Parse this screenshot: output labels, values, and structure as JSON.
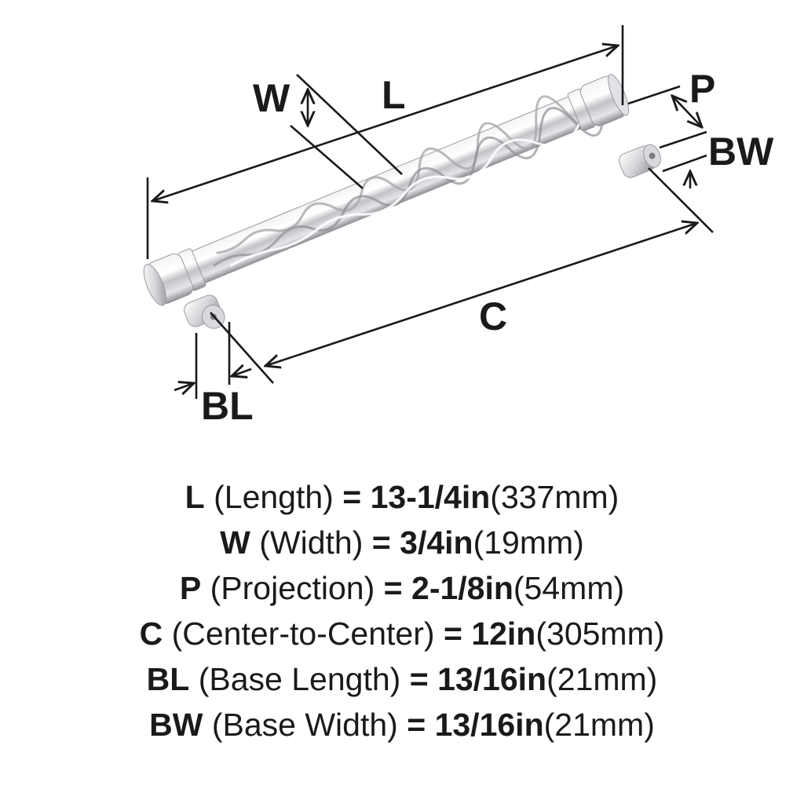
{
  "labels": {
    "w": "W",
    "l": "L",
    "p": "P",
    "bw": "BW",
    "c": "C",
    "bl": "BL"
  },
  "specs": [
    {
      "abbr": "L",
      "name": "(Length)",
      "eq": "=",
      "value": "13-1/4in",
      "metric": "(337mm)"
    },
    {
      "abbr": "W",
      "name": "(Width)",
      "eq": "=",
      "value": "3/4in",
      "metric": "(19mm)"
    },
    {
      "abbr": "P",
      "name": "(Projection)",
      "eq": "=",
      "value": "2-1/8in",
      "metric": "(54mm)"
    },
    {
      "abbr": "C",
      "name": "(Center-to-Center)",
      "eq": "=",
      "value": "12in",
      "metric": "(305mm)"
    },
    {
      "abbr": "BL",
      "name": "(Base Length)",
      "eq": "=",
      "value": "13/16in",
      "metric": "(21mm)"
    },
    {
      "abbr": "BW",
      "name": "(Base Width)",
      "eq": "=",
      "value": "13/16in",
      "metric": "(21mm)"
    }
  ],
  "colors": {
    "line": "#1a1a1a",
    "metal_light": "#f2f2f4",
    "metal_mid": "#c9c9cd",
    "metal_dark": "#8a8a90"
  }
}
